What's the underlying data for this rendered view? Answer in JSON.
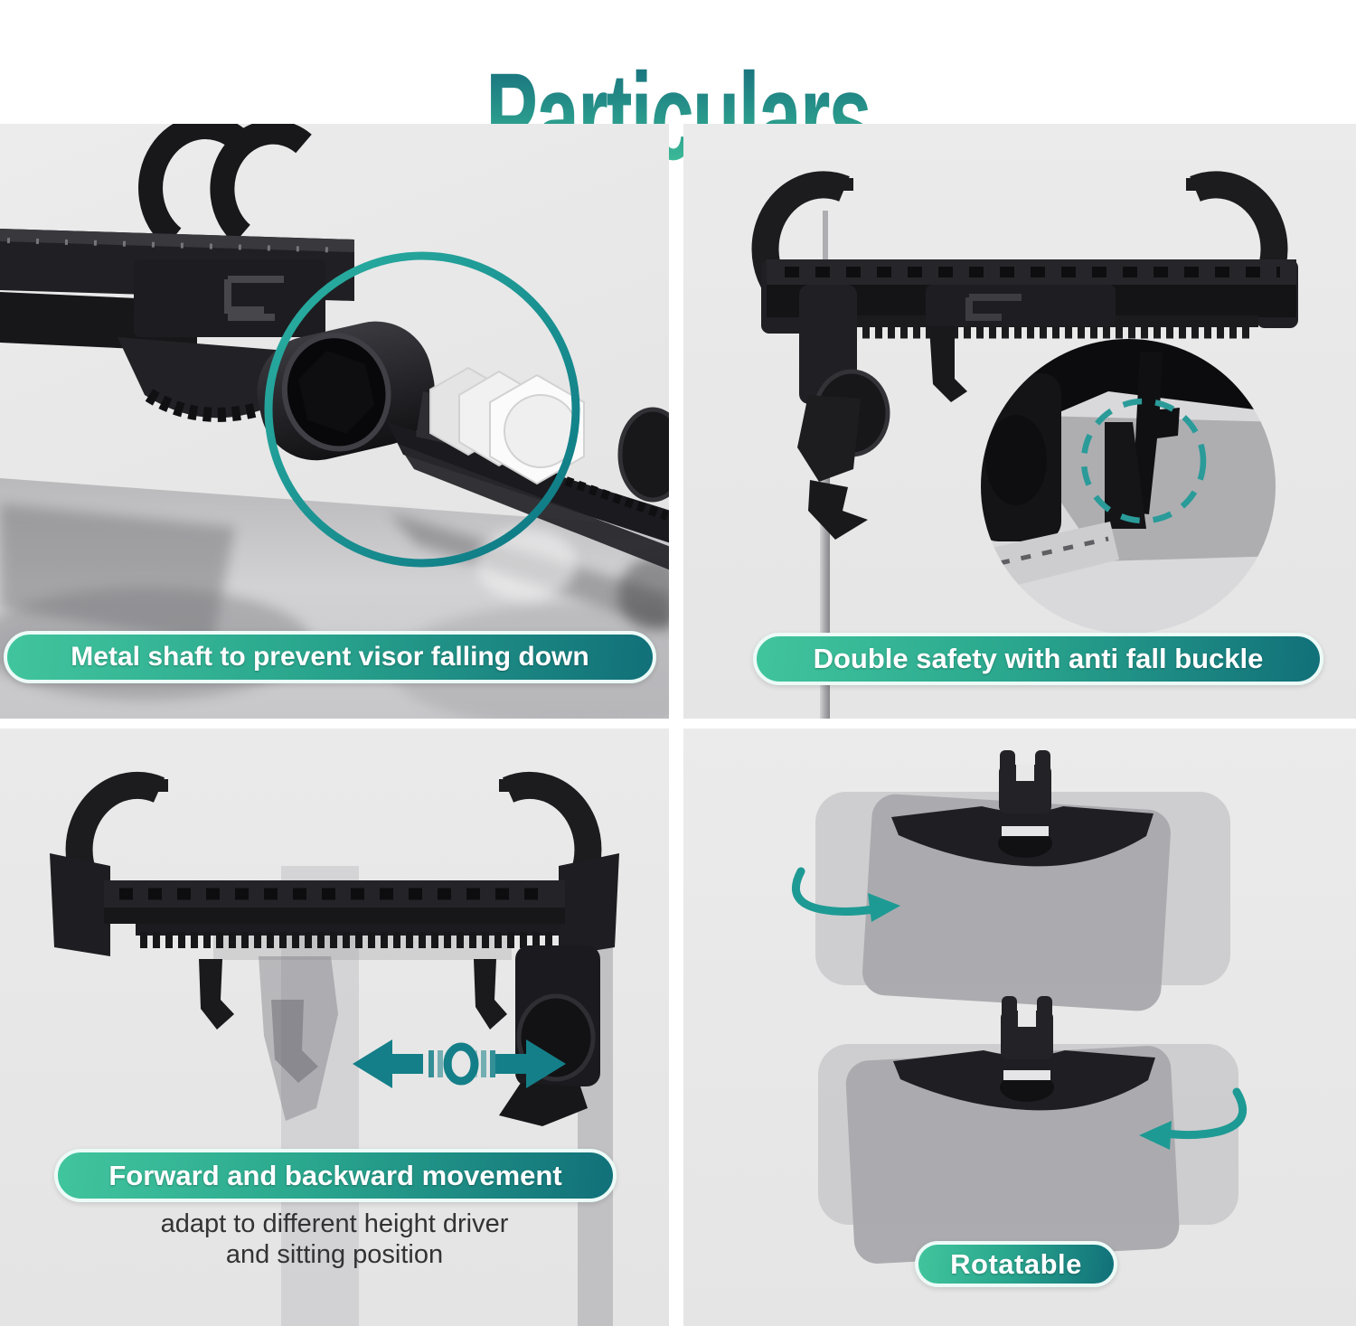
{
  "title": "Particulars",
  "colors": {
    "accent_teal_dark": "#0e7a85",
    "accent_teal": "#1e9a94",
    "accent_green": "#41c49c",
    "pill_border": "#ecfbf7",
    "panel_bg": "#e8e8e8",
    "subtext_gray": "#333333",
    "product_black": "#1a1a1d"
  },
  "panels": {
    "top_left": {
      "caption": "Metal shaft to prevent visor falling down"
    },
    "top_right": {
      "caption": "Double safety with anti fall buckle"
    },
    "bottom_left": {
      "caption": "Forward and backward movement",
      "subtext_line1": "adapt to different height driver",
      "subtext_line2": "and sitting position"
    },
    "bottom_right": {
      "caption": "Rotatable"
    }
  }
}
